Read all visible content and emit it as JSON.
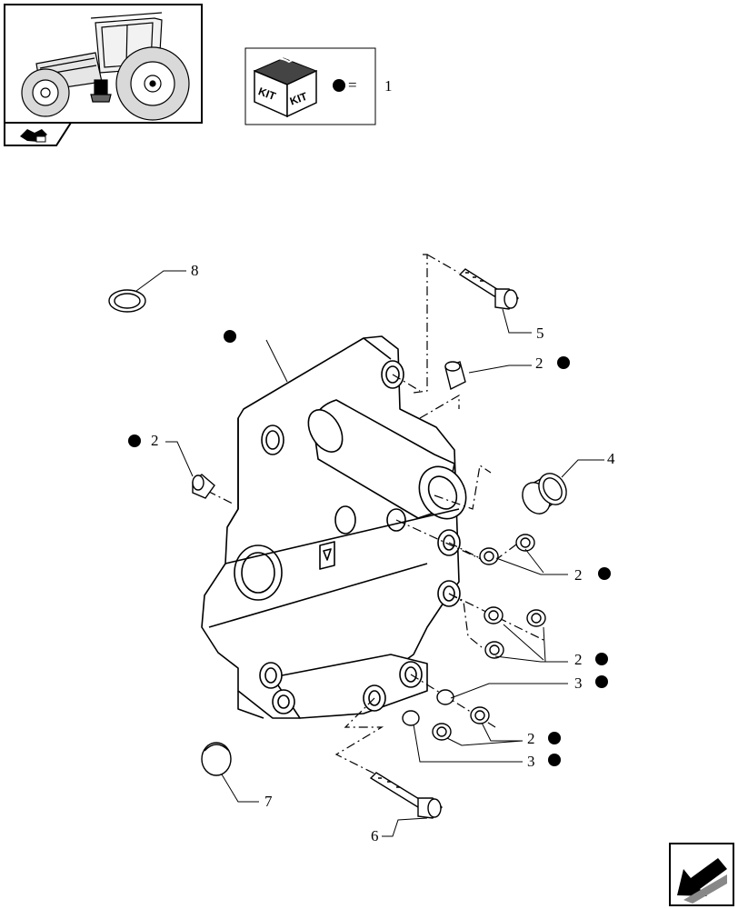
{
  "legend": {
    "kit_word_left": "KIT",
    "kit_word_right": "KIT",
    "equals_sign": "=",
    "kit_reference": "1"
  },
  "callouts": [
    {
      "id": "c8",
      "number": "8",
      "dot": false
    },
    {
      "id": "c5",
      "number": "5",
      "dot": false
    },
    {
      "id": "c2a",
      "number": "2",
      "dot": true
    },
    {
      "id": "c2b",
      "number": "2",
      "dot": true
    },
    {
      "id": "c4",
      "number": "4",
      "dot": false
    },
    {
      "id": "c2c",
      "number": "2",
      "dot": true
    },
    {
      "id": "c2d",
      "number": "2",
      "dot": true
    },
    {
      "id": "c3a",
      "number": "3",
      "dot": true
    },
    {
      "id": "c2e",
      "number": "2",
      "dot": true
    },
    {
      "id": "c3b",
      "number": "3",
      "dot": true
    },
    {
      "id": "c7",
      "number": "7",
      "dot": false
    },
    {
      "id": "c6",
      "number": "6",
      "dot": false
    }
  ],
  "icons": {
    "tractor": "tractor-thumbnail-icon",
    "section": "section-marker-icon",
    "kit": "kit-box-icon",
    "dot": "kit-dot-icon",
    "nav": "next-page-arrow-icon"
  },
  "colors": {
    "line": "#000000",
    "paper": "#ffffff",
    "shade": "#dcdcdc"
  }
}
